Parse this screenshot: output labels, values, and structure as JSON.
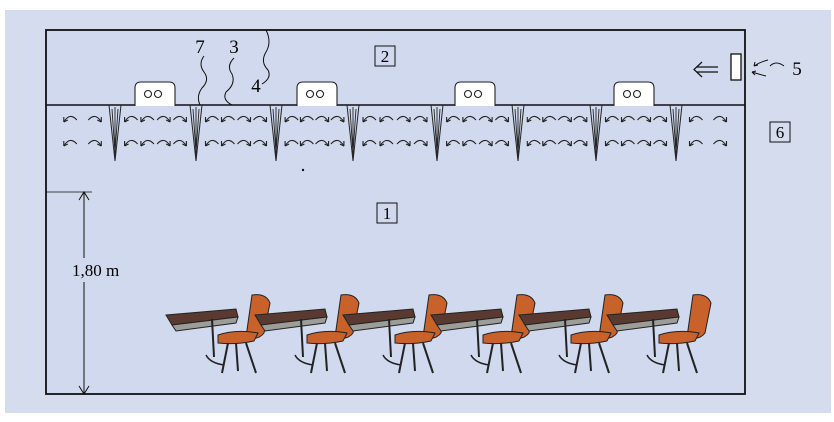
{
  "diagram": {
    "background_color": "#d4dcee",
    "panel_color": "#cfd8ec",
    "chair_color": "#c8612a",
    "desk_top_color": "#5a3a30",
    "labels": {
      "room": "1",
      "plenum": "2",
      "outside": "6",
      "num_3": "3",
      "num_4": "4",
      "num_5": "5",
      "num_7": "7"
    },
    "height_label": "1,80 m",
    "fixture_count": 4,
    "diffuser_count": 8,
    "chair_count": 6
  }
}
